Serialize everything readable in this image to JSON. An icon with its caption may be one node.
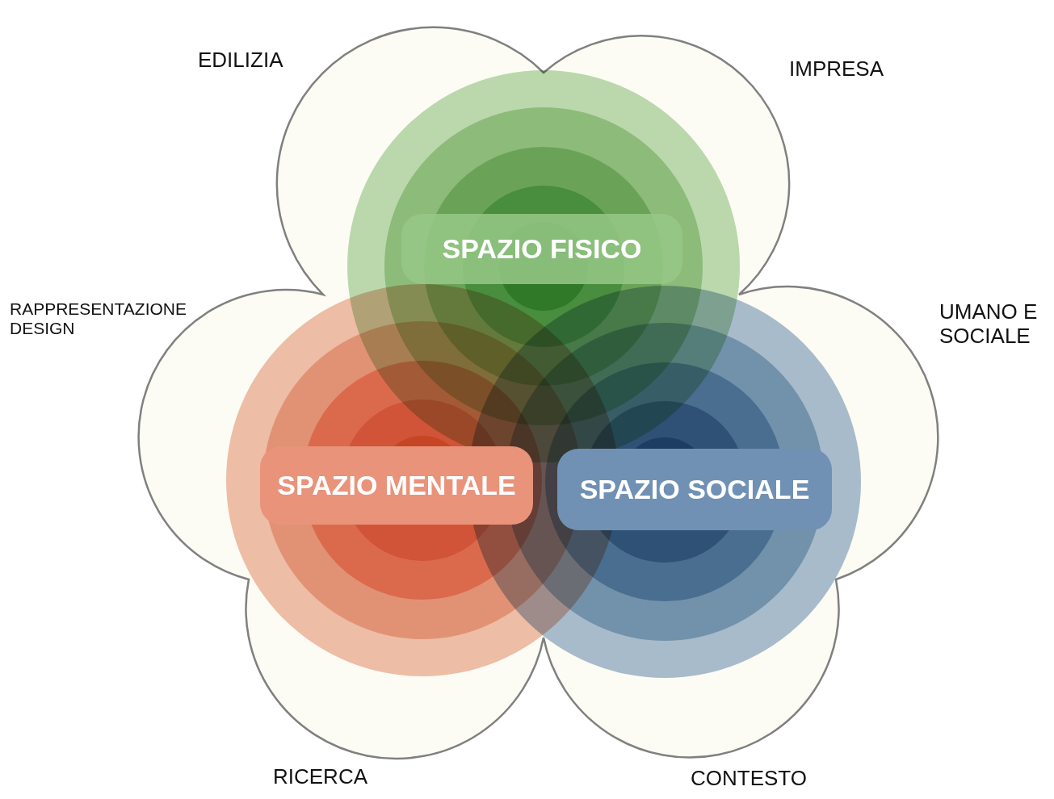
{
  "diagram": {
    "nodes": [
      {
        "text": [
          "SPAZIO FISICO"
        ]
      },
      {
        "text": [
          "SPAZIO MENTALE"
        ]
      },
      {
        "text": [
          "SPAZIO SOCIALE"
        ]
      }
    ],
    "labels": [
      "EDILIZIA",
      "IMPRESA",
      "RAPPRESENTAZIONE DESIGN",
      "UMANO E SOCIALE",
      "RICERCA",
      "CONTESTO"
    ]
  }
}
